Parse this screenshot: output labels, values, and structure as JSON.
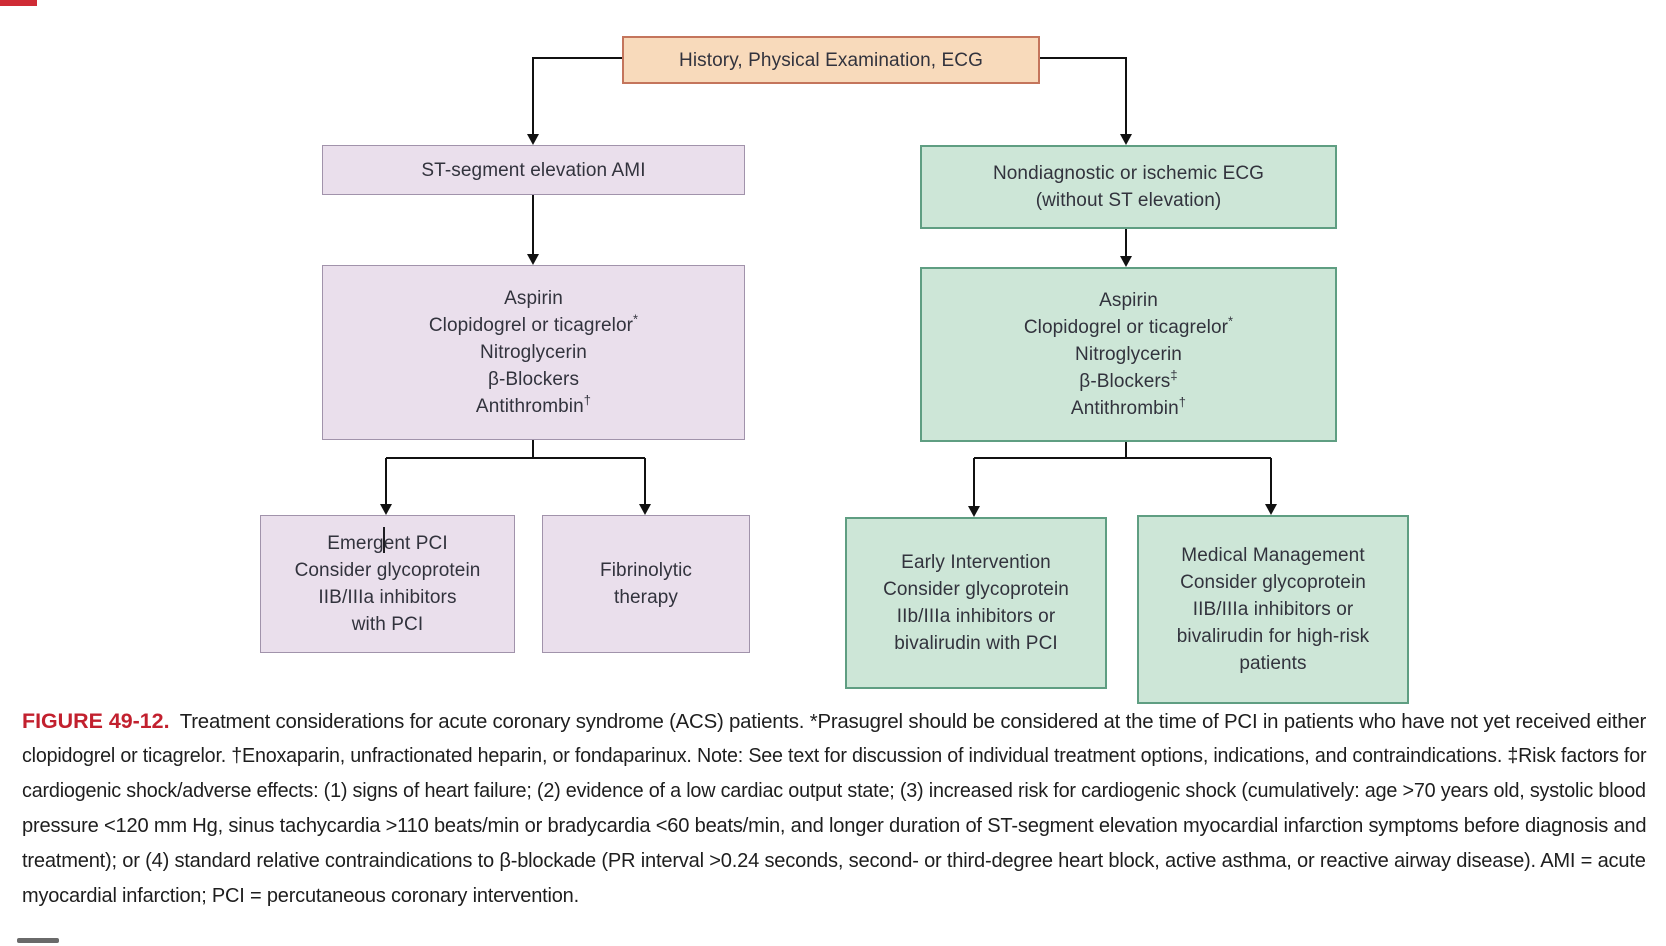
{
  "figure": {
    "caption": {
      "label": "FIGURE 49-12.",
      "lines": [
        "Treatment considerations for acute coronary syndrome (ACS) patients. *Prasugrel should be considered at the time of PCI in patients who have not yet received either",
        "clopidogrel or ticagrelor. †Enoxaparin, unfractionated heparin, or fondaparinux. Note: See text for discussion of individual treatment options, indications, and contraindications. ‡Risk factors for",
        "cardiogenic shock/adverse effects: (1) signs of heart failure; (2) evidence of a low cardiac output state; (3) increased risk for cardiogenic shock (cumulatively: age >70 years old, systolic blood",
        "pressure <120 mm Hg, sinus tachycardia >110 beats/min or bradycardia <60 beats/min, and longer duration of ST-segment elevation myocardial infarction symptoms before diagnosis and",
        "treatment); or (4) standard relative contraindications to β-blockade (PR interval >0.24 seconds, second- or third-degree heart block, active asthma, or reactive airway disease). AMI = acute",
        "myocardial infarction; PCI = percutaneous coronary intervention."
      ]
    }
  },
  "flowchart": {
    "root": {
      "lines": [
        "History, Physical Examination, ECG"
      ]
    },
    "left_branch": {
      "diagnosis": {
        "lines": [
          "ST-segment elevation AMI"
        ]
      },
      "medications": {
        "lines": [
          "Aspirin",
          "Clopidogrel or ticagrelor*",
          "Nitroglycerin",
          "β-Blockers",
          "Antithrombin†"
        ]
      },
      "option_a": {
        "lines": [
          "Emergent PCI",
          "Consider glycoprotein",
          "IIB/IIIa inhibitors",
          "with PCI"
        ]
      },
      "option_b": {
        "lines": [
          "Fibrinolytic",
          "therapy"
        ]
      }
    },
    "right_branch": {
      "diagnosis": {
        "lines": [
          "Nondiagnostic or ischemic ECG",
          "(without ST elevation)"
        ]
      },
      "medications": {
        "lines": [
          "Aspirin",
          "Clopidogrel or ticagrelor*",
          "Nitroglycerin",
          "β-Blockers‡",
          "Antithrombin†"
        ]
      },
      "option_a": {
        "lines": [
          "Early Intervention",
          "Consider glycoprotein",
          "IIb/IIIa inhibitors or",
          "bivalirudin with PCI"
        ]
      },
      "option_b": {
        "lines": [
          "Medical Management",
          "Consider glycoprotein",
          "IIB/IIIa inhibitors or",
          "bivalirudin for high-risk",
          "patients"
        ]
      }
    }
  },
  "colors": {
    "root_box_bg": "#f8dabb",
    "root_box_border": "#c4755c",
    "left_branch_bg": "#eadfec",
    "left_branch_border": "#a193ab",
    "right_branch_bg": "#cde6d7",
    "right_branch_border": "#5f9e82",
    "caption_label_red": "#c2202e",
    "connector_black": "#111111"
  }
}
